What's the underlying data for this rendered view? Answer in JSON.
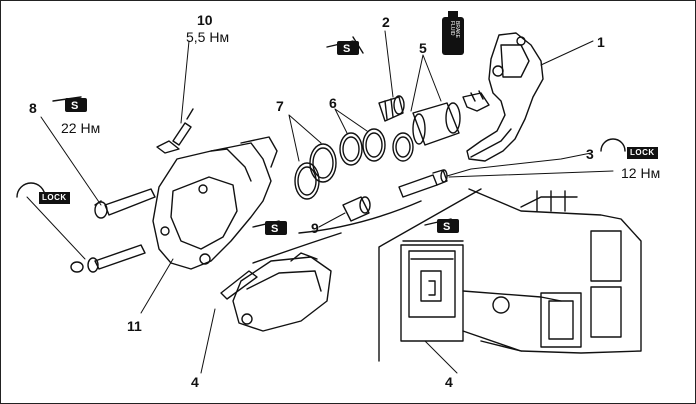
{
  "callouts": {
    "c1": "1",
    "c2": "2",
    "c3": "3",
    "c4a": "4",
    "c4b": "4",
    "c5": "5",
    "c6": "6",
    "c7": "7",
    "c8": "8",
    "c9": "9",
    "c10": "10",
    "c11": "11"
  },
  "torques": {
    "t10": "5,5 Нм",
    "t8": "22 Нм",
    "t3": "12 Нм"
  },
  "badges": {
    "lock_left": "LOCK",
    "lock_right": "LOCK"
  },
  "bottle_label": "BRAKE FLUID",
  "icons": [
    "grease-s-icon",
    "lock-icon",
    "brake-fluid-bottle-icon"
  ]
}
